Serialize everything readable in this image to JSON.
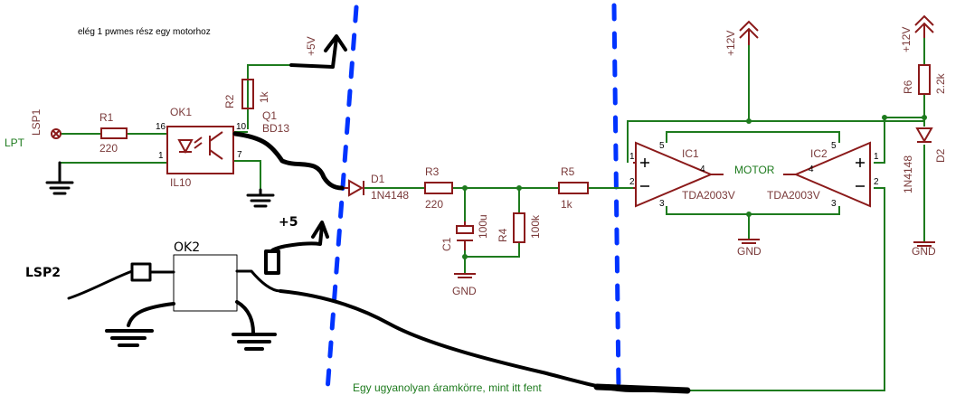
{
  "note_top": "elég 1 pwmes rész egy motorhoz",
  "note_bottom": "Egy ugyanolyan áramkörre, mint itt fent",
  "connector_lpt": "LPT",
  "connector_ref": "LSP1",
  "handwritten": {
    "connector2": "LSP2",
    "optocoupler2": "OK2",
    "supply": "+5"
  },
  "supply": {
    "plus5v": "+5V",
    "plus12v_a": "+12V",
    "plus12v_b": "+12V"
  },
  "ground": {
    "gnd_c1": "GND",
    "gnd_ic": "GND",
    "gnd_d2": "GND"
  },
  "motor_label": "MOTOR",
  "components": {
    "r1": {
      "ref": "R1",
      "value": "220"
    },
    "r2": {
      "ref": "R2",
      "value": "1k"
    },
    "r3": {
      "ref": "R3",
      "value": "220"
    },
    "r4": {
      "ref": "R4",
      "value": "100k"
    },
    "r5": {
      "ref": "R5",
      "value": "1k"
    },
    "r6": {
      "ref": "R6",
      "value": "2.2k"
    },
    "c1": {
      "ref": "C1",
      "value": "100u"
    },
    "d1": {
      "ref": "D1",
      "value": "1N4148"
    },
    "d2": {
      "ref": "D2",
      "value": "1N4148"
    },
    "ok1": {
      "ref": "OK1",
      "value": "IL10",
      "pin16": "16",
      "pin1": "1",
      "pin10": "10",
      "pin7": "7"
    },
    "q1": {
      "ref": "Q1",
      "value": "BD13"
    },
    "ic1": {
      "ref": "IC1",
      "value": "TDA2003V",
      "p1": "1",
      "p2": "2",
      "p3": "3",
      "p4": "4",
      "p5": "5"
    },
    "ic2": {
      "ref": "IC2",
      "value": "TDA2003V",
      "p1": "1",
      "p2": "2",
      "p3": "3",
      "p4": "4",
      "p5": "5"
    }
  },
  "colors": {
    "wire": "#1e7b1e",
    "component": "#8b1a1a",
    "label": "#7a3a3a",
    "divider": "#0033ff",
    "ink": "#000000"
  }
}
